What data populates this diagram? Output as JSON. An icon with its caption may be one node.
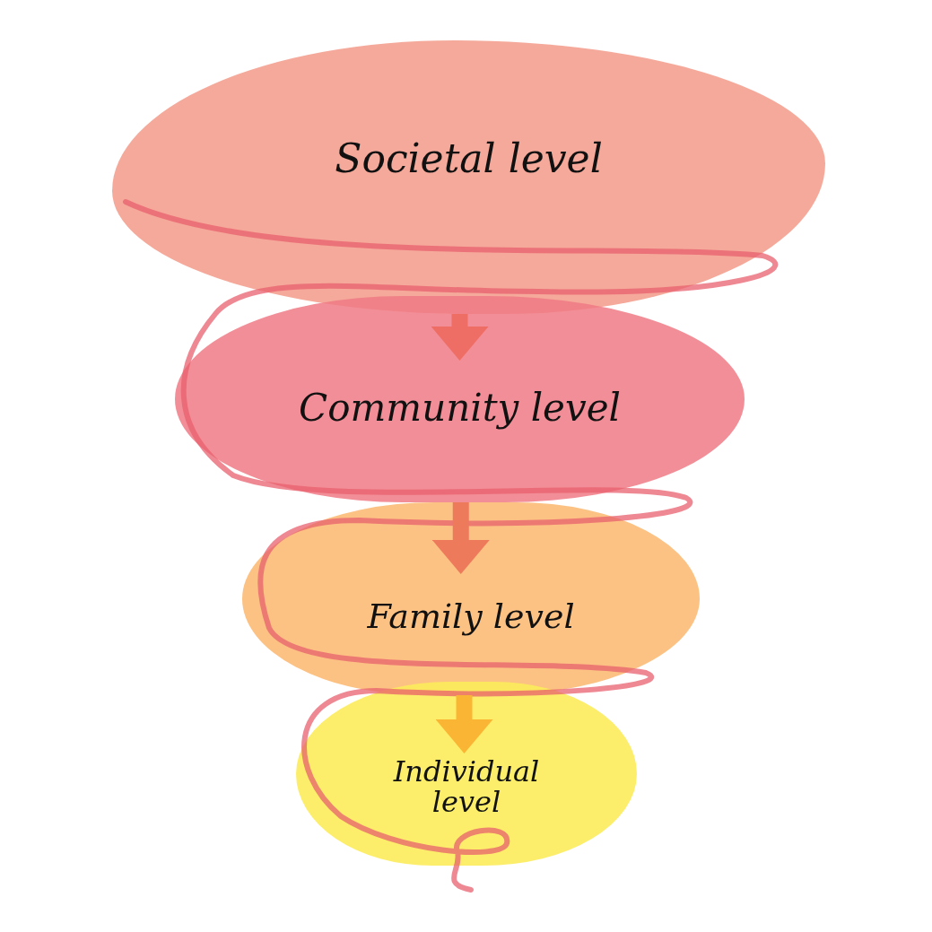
{
  "diagram": {
    "nodes": [
      {
        "text": [
          "Societal level"
        ]
      },
      {
        "text": [
          "Community level"
        ]
      },
      {
        "text": [
          "Family level"
        ]
      },
      {
        "text": [
          "Individual level"
        ]
      }
    ],
    "edges": [
      {
        "from": 0,
        "to": 1,
        "arrow": "to",
        "color": "#ee6e66"
      },
      {
        "from": 1,
        "to": 2,
        "arrow": "to",
        "color": "#ee7a5c"
      },
      {
        "from": 2,
        "to": 3,
        "arrow": "to",
        "color": "#fbb535"
      }
    ]
  }
}
